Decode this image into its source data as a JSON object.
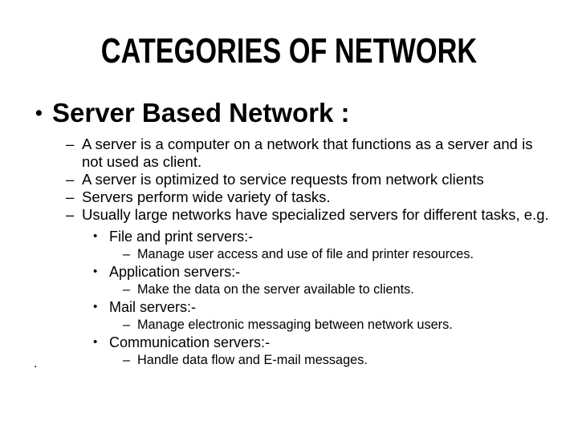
{
  "slide": {
    "colors": {
      "background": "#ffffff",
      "text": "#000000"
    },
    "title": "CATEGORIES OF NETWORK",
    "markers": {
      "bullet_l1": "•",
      "bullet_l3": "•",
      "dash": "–"
    },
    "heading": "Server Based Network :",
    "points": [
      "A server is a computer on a network that functions as a server and is not used as client.",
      "A server is optimized to service requests from network clients",
      "Servers perform wide variety of tasks.",
      "Usually large networks have specialized servers for different tasks, e.g."
    ],
    "server_types": [
      {
        "label": "File and print servers:-",
        "detail": "Manage user access and use of file and printer resources."
      },
      {
        "label": "Application servers:-",
        "detail": "Make the data on the server available to clients."
      },
      {
        "label": "Mail servers:-",
        "detail": "Manage electronic messaging between network users."
      },
      {
        "label": "Communication servers:-",
        "detail": "Handle data flow and E-mail messages."
      }
    ],
    "stray_period": "."
  }
}
